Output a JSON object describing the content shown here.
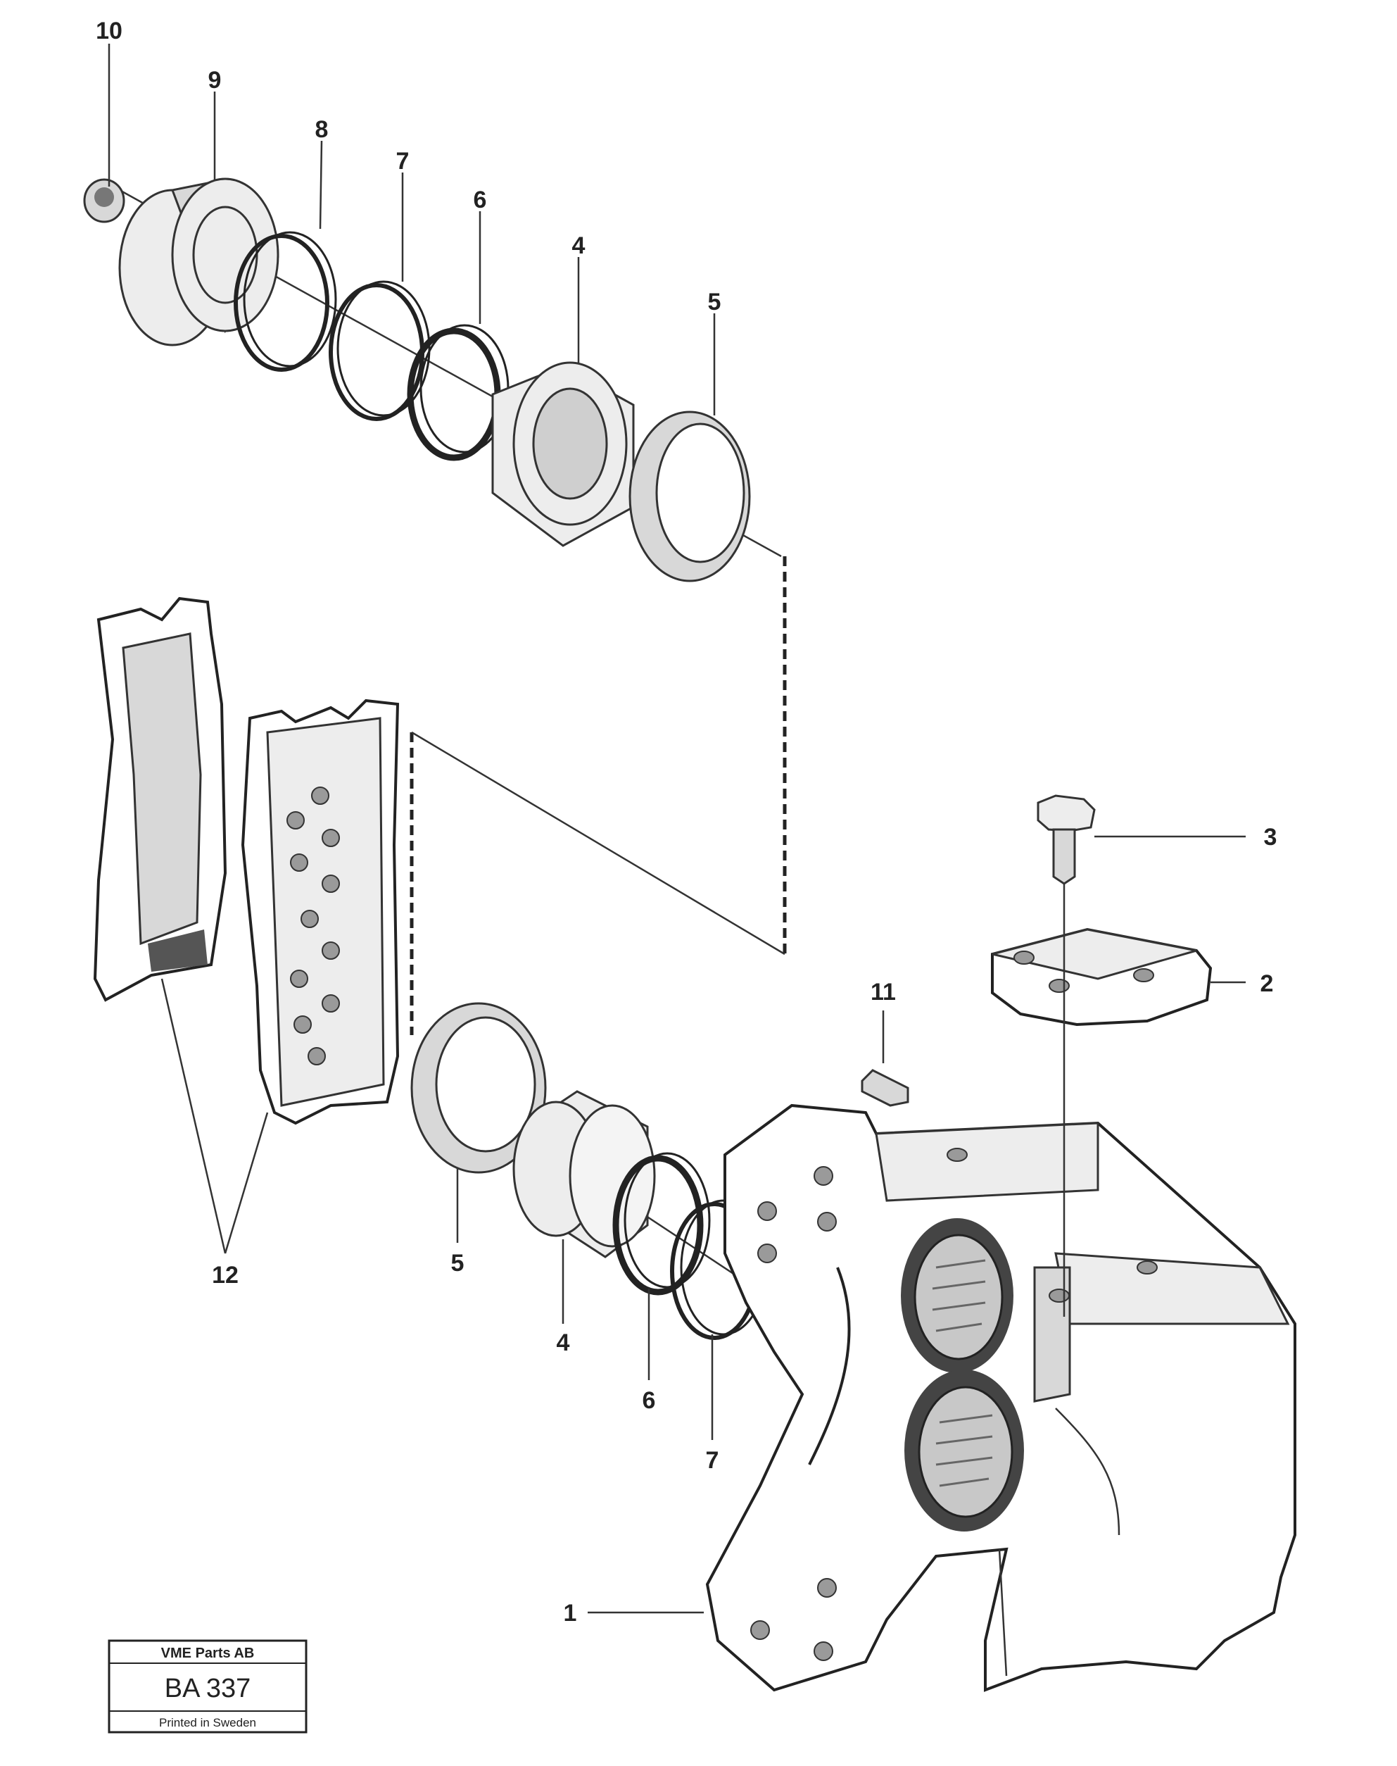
{
  "callouts": {
    "c1": "1",
    "c2": "2",
    "c3": "3",
    "c4_top": "4",
    "c4_bottom": "4",
    "c5_top": "5",
    "c5_bottom": "5",
    "c6_top": "6",
    "c6_bottom": "6",
    "c7_top": "7",
    "c7_bottom": "7",
    "c8": "8",
    "c9": "9",
    "c10": "10",
    "c11": "11",
    "c12": "12"
  },
  "stamp": {
    "company": "VME Parts AB",
    "code": "BA 337",
    "printed": "Printed in Sweden"
  }
}
